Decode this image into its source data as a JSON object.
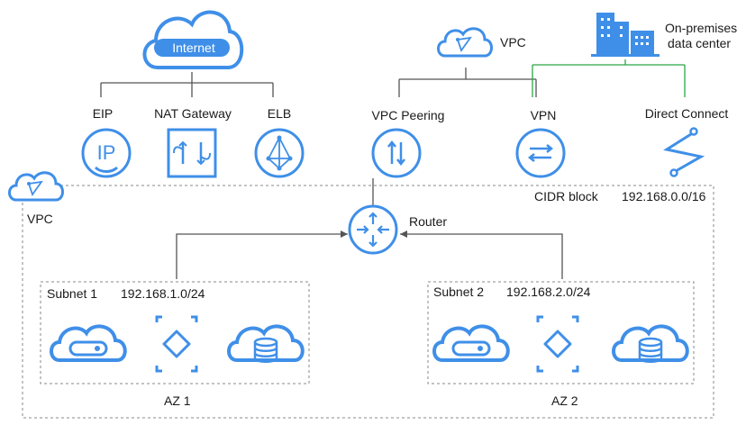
{
  "top": {
    "internet": "Internet",
    "vpc": "VPC",
    "onprem_line1": "On-premises",
    "onprem_line2": "data center"
  },
  "services": {
    "eip": "EIP",
    "nat": "NAT Gateway",
    "elb": "ELB",
    "peering": "VPC Peering",
    "vpn": "VPN",
    "dc": "Direct Connect"
  },
  "vpc_box": {
    "label": "VPC",
    "cidr_label": "CIDR block",
    "cidr_value": "192.168.0.0/16",
    "router": "Router"
  },
  "subnets": [
    {
      "name": "Subnet 1",
      "cidr": "192.168.1.0/24",
      "az": "AZ 1"
    },
    {
      "name": "Subnet 2",
      "cidr": "192.168.2.0/24",
      "az": "AZ 2"
    }
  ],
  "colors": {
    "icon_blue": "#3f8fe8",
    "line_gray": "#555555",
    "line_green": "#2aa846",
    "dash_gray": "#888888"
  }
}
